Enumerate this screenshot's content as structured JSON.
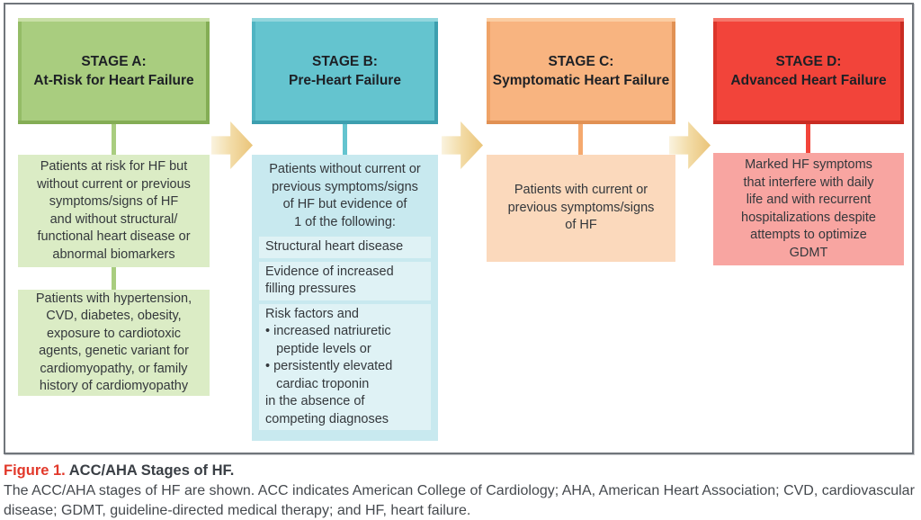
{
  "diagram": {
    "frame_border_color": "#70757b",
    "arrow_color": "#eac478",
    "arrow_icon": "block-right-arrow"
  },
  "stages": [
    {
      "letter": "A",
      "title": "STAGE A:\nAt-Risk for Heart Failure",
      "header_color": "#a9cd7f",
      "box_color": "#dbecc5",
      "box1": "Patients at risk for HF but\nwithout current or previous\nsymptoms/signs of HF\nand without structural/\nfunctional heart disease or\nabnormal biomarkers",
      "box2": "Patients with hypertension,\nCVD, diabetes, obesity,\nexposure to cardiotoxic\nagents, genetic variant for\ncardiomyopathy, or family\nhistory of cardiomyopathy"
    },
    {
      "letter": "B",
      "title": "STAGE B:\nPre-Heart Failure",
      "header_color": "#64c4cf",
      "box_color": "#c8e9ef",
      "subbox_color": "#dff2f5",
      "intro": "Patients without current or\nprevious symptoms/signs\nof HF but evidence of\n1 of the following:",
      "sub1": "Structural heart disease",
      "sub2": "Evidence of increased\nfilling pressures",
      "sub3": "Risk factors and\n• increased natriuretic\n   peptide levels or\n• persistently elevated\n   cardiac troponin\nin the absence of\ncompeting diagnoses"
    },
    {
      "letter": "C",
      "title": "STAGE C:\nSymptomatic Heart Failure",
      "header_color": "#f8b480",
      "box_color": "#fbd9bc",
      "box1": "Patients with current or\nprevious symptoms/signs\nof HF"
    },
    {
      "letter": "D",
      "title": "STAGE D:\nAdvanced Heart Failure",
      "header_color": "#f2443a",
      "box_color": "#f8a5a1",
      "box1": "Marked HF symptoms\nthat interfere with daily\nlife and with recurrent\nhospitalizations despite\nattempts to optimize\nGDMT"
    }
  ],
  "caption": {
    "label": "Figure 1.",
    "title": " ACC/AHA Stages of HF.",
    "line1": "The ACC/AHA stages of HF are shown. ACC indicates American College of Cardiology; AHA, American Heart Association; CVD, cardiovascular",
    "line2": "disease; GDMT, guideline-directed medical therapy; and HF, heart failure."
  }
}
